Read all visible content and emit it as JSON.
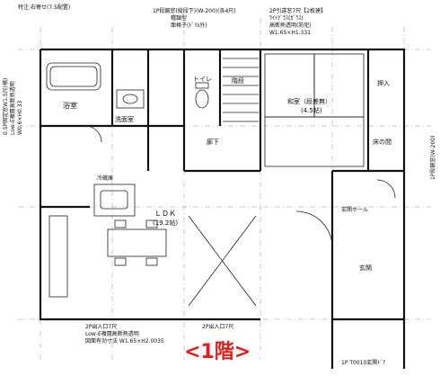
{
  "labels": {
    "top_note": "特注:右寄せ(7.5配置)",
    "top_window_1": "1P段鏡窓(縦段下)(W-200)(各4尺)",
    "top_window_1b": "種類型",
    "top_window_1c": "面格子(ﾄﾞﾘﾙ外)",
    "top_window_2": "2P引違窓7尺【2枚建】",
    "top_window_2b": "ﾗｲﾄｸﾞﾗｽ(ｶﾞﾗｽ)",
    "top_window_2c": "高断熱透明(防犯)",
    "top_window_2d": "W1.65×H1.331",
    "bath": "浴室",
    "washroom": "洗面室",
    "toilet": "トイレ",
    "stairs": "階段",
    "hall": "廊下",
    "japanese_room": "和室（段差無）",
    "japanese_room_size": "(4.5帖)",
    "closet": "押入",
    "storage": "床の間",
    "ldk": "ＬＤＫ",
    "ldk_size": "(19.2帖)",
    "entrance": "玄関",
    "entrance_hall": "玄関ホール",
    "kitchen_board": "冷蔵庫",
    "left_side_1": "0.5P固定窓W1.5尺(横)",
    "left_side_2": "Low-E複層高断熱透明",
    "left_side_3": "W0.6×H0.33",
    "bottom_window_1": "2P出入口7尺",
    "bottom_window_1b": "Low-E複層高断熱透明",
    "bottom_window_1c": "図面有効寸法 W1.65×H2.0035",
    "bottom_window_2": "2P出入口7尺",
    "bottom_right": "1P T0010玄関ﾄﾞｱ",
    "right_side": "1P段鏡窓(W-200)",
    "floor_title": "<1階>"
  },
  "colors": {
    "title": "#e02020",
    "line": "#111111",
    "grid": "#999999"
  }
}
